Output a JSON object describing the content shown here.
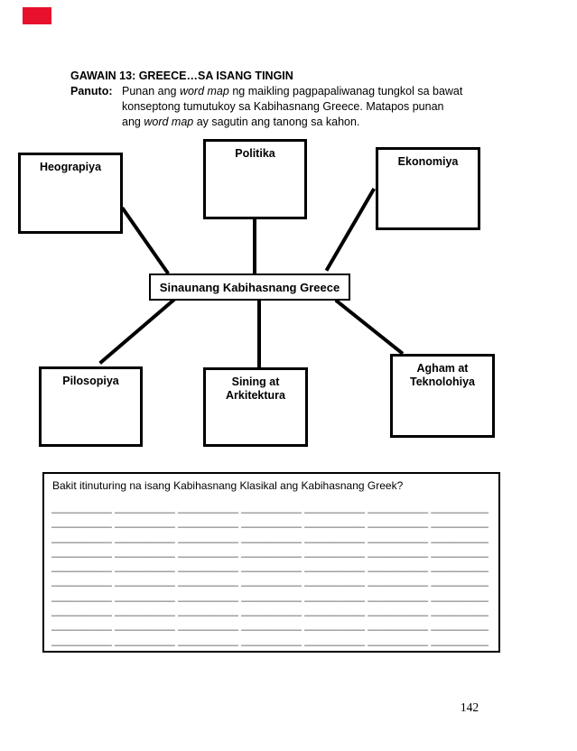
{
  "header": {
    "title": "GAWAIN 13: GREECE…SA ISANG TINGIN",
    "panuto_label": "Panuto:",
    "panuto_lines": [
      {
        "pre": "Punan ang ",
        "italic": "word map",
        "post": " ng maikling pagpapaliwanag tungkol sa bawat"
      },
      {
        "pre": "konseptong tumutukoy sa Kabihasnang Greece.  Matapos punan",
        "italic": "",
        "post": ""
      },
      {
        "pre": "ang ",
        "italic": "word map",
        "post": "  ay sagutin ang tanong sa kahon."
      }
    ]
  },
  "word_map": {
    "center_label": "Sinaunang Kabihasnang Greece",
    "nodes": {
      "heograpiya": "Heograpiya",
      "politika": "Politika",
      "ekonomiya": "Ekonomiya",
      "pilosopiya": "Pilosopiya",
      "sining": "Sining at Arkitektura",
      "agham": "Agham at Teknolohiya"
    }
  },
  "question_box": {
    "question": "Bakit itinuturing na isang Kabihasnang Klasikal ang Kabihasnang Greek?",
    "answer_line_count": 10,
    "answer_line_text": "__________ __________ __________ __________ __________ __________ __________ __________ __________"
  },
  "footer": {
    "page_number": "142"
  },
  "colors": {
    "marker_red": "#e8112d"
  }
}
